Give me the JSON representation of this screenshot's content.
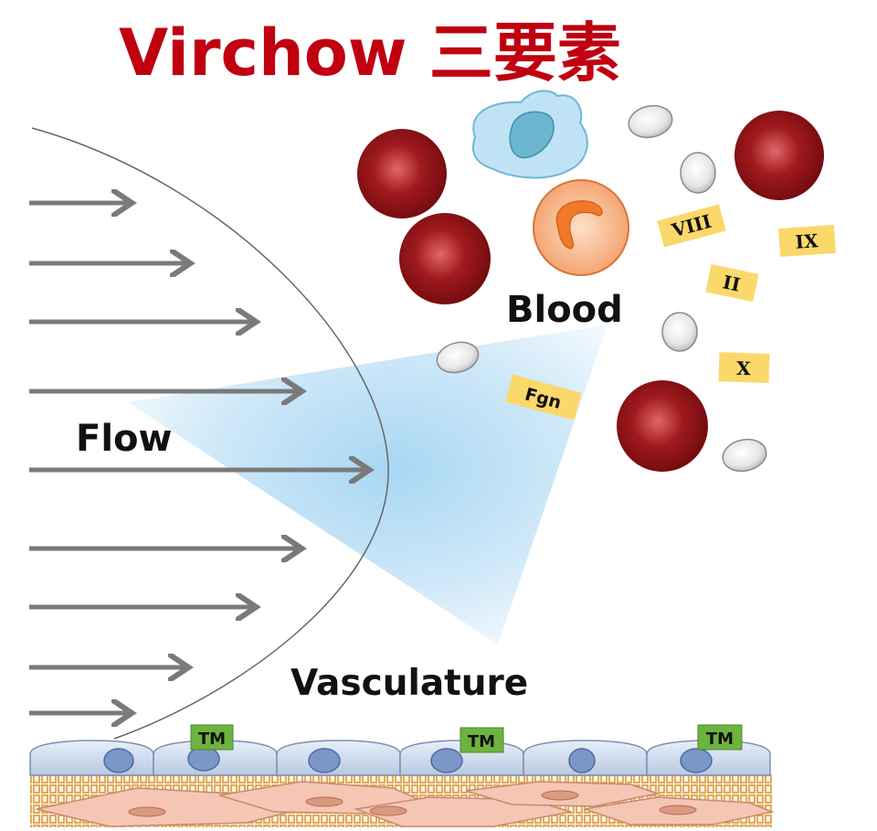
{
  "title": "Virchow 三要素",
  "labels": {
    "flow": "Flow",
    "blood": "Blood",
    "vasculature": "Vasculature"
  },
  "factors": [
    "VIII",
    "IX",
    "II",
    "X",
    "Fgn"
  ],
  "thrombomodulin": [
    "TM",
    "TM",
    "TM"
  ],
  "colors": {
    "title": "#c00010",
    "rbc": "#8e1014",
    "factor_tag": "#fbd86a",
    "tm_tag": "#6db33f",
    "arrow": "#7a7a7a",
    "endothelium": "#cfdcef",
    "smooth_muscle": "#f3c2b0"
  }
}
